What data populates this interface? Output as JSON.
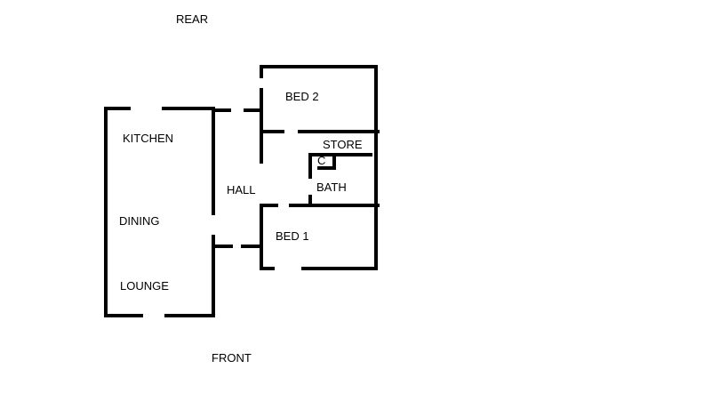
{
  "orientation": {
    "rear": "REAR",
    "front": "FRONT"
  },
  "rooms": {
    "kitchen": "KITCHEN",
    "dining": "DINING",
    "lounge": "LOUNGE",
    "hall": "HALL",
    "bed2": "BED 2",
    "store": "STORE",
    "cupboard": "C",
    "bath": "BATH",
    "bed1": "BED 1"
  },
  "colors": {
    "wall": "#000000",
    "background": "#ffffff"
  }
}
